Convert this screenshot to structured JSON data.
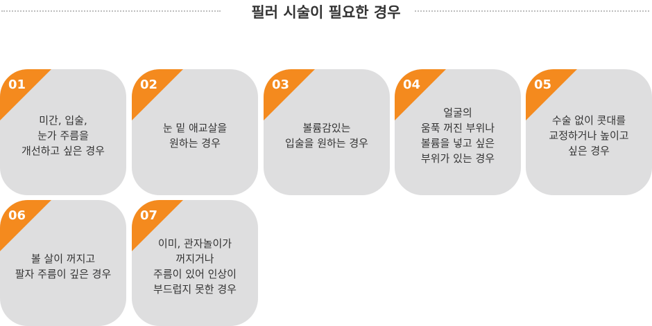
{
  "header": {
    "title": "필러 시술이 필요한 경우"
  },
  "colors": {
    "accent": "#f48a1e",
    "card_bg": "#dededf",
    "text": "#333333",
    "dotted_line": "#bdbdbd"
  },
  "cards": [
    {
      "number": "01",
      "lines": [
        "미간, 입술,",
        "눈가 주름을",
        "개선하고 싶은 경우"
      ]
    },
    {
      "number": "02",
      "lines": [
        "눈 밑 애교살을",
        "원하는 경우"
      ]
    },
    {
      "number": "03",
      "lines": [
        "볼륨감있는",
        "입술을 원하는 경우"
      ]
    },
    {
      "number": "04",
      "lines": [
        "얼굴의",
        "움푹 꺼진 부위나",
        "볼륨을 넣고 싶은",
        "부위가 있는 경우"
      ]
    },
    {
      "number": "05",
      "lines": [
        "수술 없이 콧대를",
        "교정하거나 높이고",
        "싶은 경우"
      ]
    },
    {
      "number": "06",
      "lines": [
        "볼 살이 꺼지고",
        "팔자 주름이 깊은 경우"
      ]
    },
    {
      "number": "07",
      "lines": [
        "이미, 관자놀이가",
        "꺼지거나",
        "주름이 있어 인상이",
        "부드럽지 못한 경우"
      ]
    }
  ]
}
